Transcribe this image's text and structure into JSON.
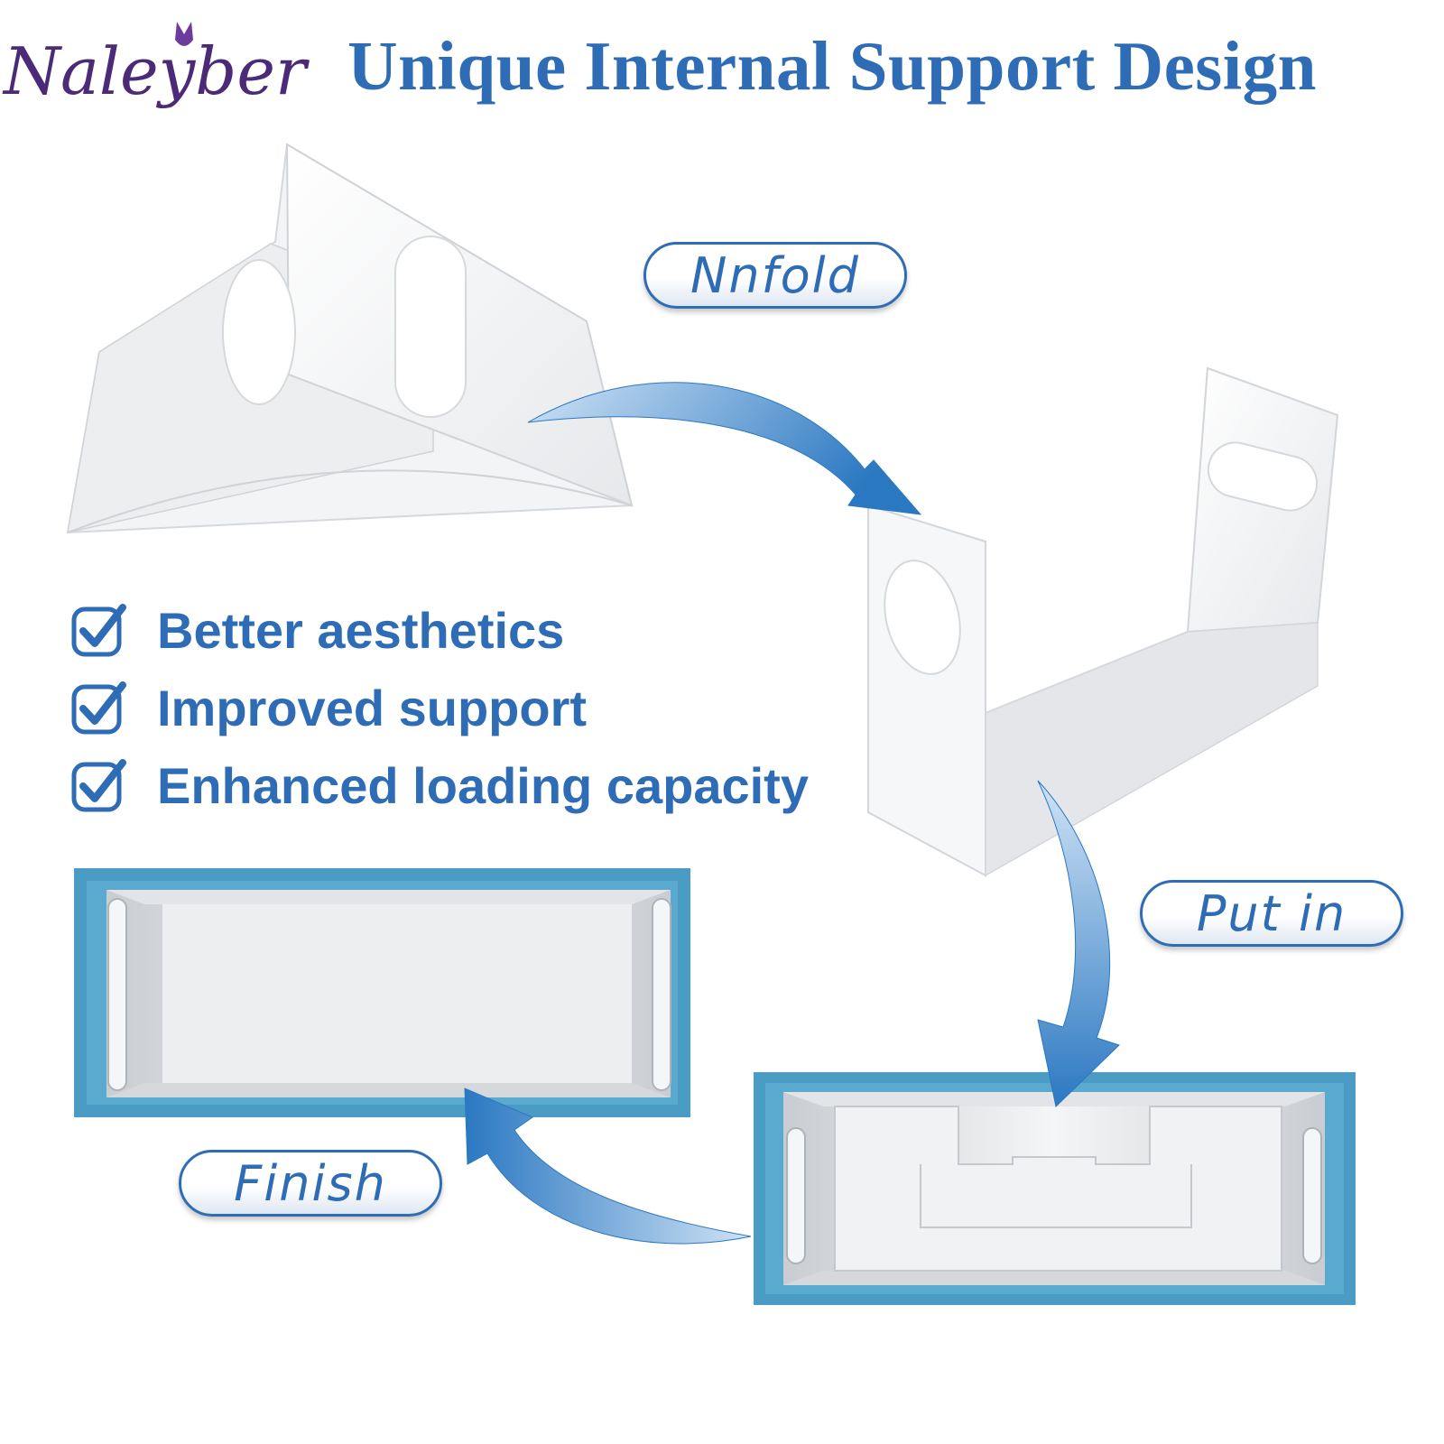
{
  "brand": {
    "name": "Naleyber",
    "color": "#4b2a78"
  },
  "header": {
    "title": "Unique Internal Support Design"
  },
  "steps": {
    "unfold": "Nnfold",
    "put_in": "Put in",
    "finish": "Finish"
  },
  "features": [
    {
      "label": "Better aesthetics"
    },
    {
      "label": "Improved support"
    },
    {
      "label": "Enhanced loading capacity"
    }
  ],
  "colors": {
    "accent": "#2f6cb6",
    "box_teal": "#4a9cc4"
  },
  "icons": {
    "feature_marker": "checkbox-checked-icon",
    "flow": "curved-arrow-icon"
  }
}
